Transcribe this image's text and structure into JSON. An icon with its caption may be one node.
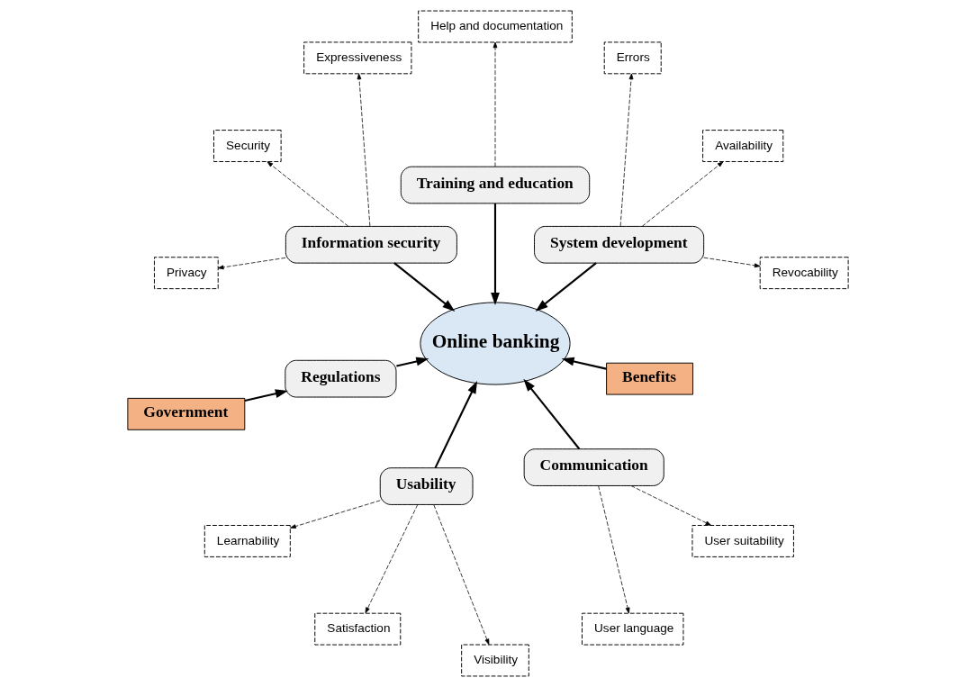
{
  "diagram": {
    "nodes": [
      {
        "text": [
          "Online banking"
        ]
      },
      {
        "text": [
          "System development"
        ]
      },
      {
        "text": [
          "Revocability"
        ]
      },
      {
        "text": [
          "Availability"
        ]
      },
      {
        "text": [
          "Errors"
        ]
      },
      {
        "text": [
          "Training and education"
        ]
      },
      {
        "text": [
          "Help and documentation"
        ]
      },
      {
        "text": [
          "Government"
        ]
      },
      {
        "text": [
          "Information security"
        ]
      },
      {
        "text": [
          "Expressiveness"
        ]
      },
      {
        "text": [
          "Security"
        ]
      },
      {
        "text": [
          "Privacy"
        ]
      },
      {
        "text": [
          "Regulations"
        ]
      },
      {
        "text": [
          "Usability"
        ]
      },
      {
        "text": [
          "Learnability"
        ]
      },
      {
        "text": [
          "Satisfaction"
        ]
      },
      {
        "text": [
          "Visibility"
        ]
      },
      {
        "text": [
          "Communication"
        ]
      },
      {
        "text": [
          "User language"
        ]
      },
      {
        "text": [
          "User suitability"
        ]
      },
      {
        "text": [
          "Benefits"
        ]
      }
    ],
    "edges": [
      {
        "from": 1,
        "to": 0,
        "arrow": "to"
      },
      {
        "from": 5,
        "to": 0,
        "arrow": "to"
      },
      {
        "from": 8,
        "to": 0,
        "arrow": "to"
      },
      {
        "from": 12,
        "to": 0,
        "arrow": "to"
      },
      {
        "from": 13,
        "to": 0,
        "arrow": "to"
      },
      {
        "from": 20,
        "to": 0,
        "arrow": "to"
      },
      {
        "from": 17,
        "to": 0,
        "arrow": "to"
      },
      {
        "from": 7,
        "to": 12,
        "arrow": "to"
      },
      {
        "from": 1,
        "to": 2,
        "arrow": "to",
        "style": "dashed"
      },
      {
        "from": 1,
        "to": 3,
        "arrow": "to",
        "style": "dashed"
      },
      {
        "from": 1,
        "to": 4,
        "arrow": "to",
        "style": "dashed"
      },
      {
        "from": 5,
        "to": 6,
        "arrow": "to",
        "style": "dashed"
      },
      {
        "from": 8,
        "to": 9,
        "arrow": "to",
        "style": "dashed"
      },
      {
        "from": 8,
        "to": 10,
        "arrow": "to",
        "style": "dashed"
      },
      {
        "from": 8,
        "to": 11,
        "arrow": "to",
        "style": "dashed"
      },
      {
        "from": 13,
        "to": 14,
        "arrow": "to",
        "style": "dashed"
      },
      {
        "from": 13,
        "to": 15,
        "arrow": "to",
        "style": "dashed"
      },
      {
        "from": 13,
        "to": 16,
        "arrow": "to",
        "style": "dashed"
      },
      {
        "from": 17,
        "to": 18,
        "arrow": "to",
        "style": "dashed"
      },
      {
        "from": 17,
        "to": 19,
        "arrow": "to",
        "style": "dashed"
      }
    ]
  }
}
